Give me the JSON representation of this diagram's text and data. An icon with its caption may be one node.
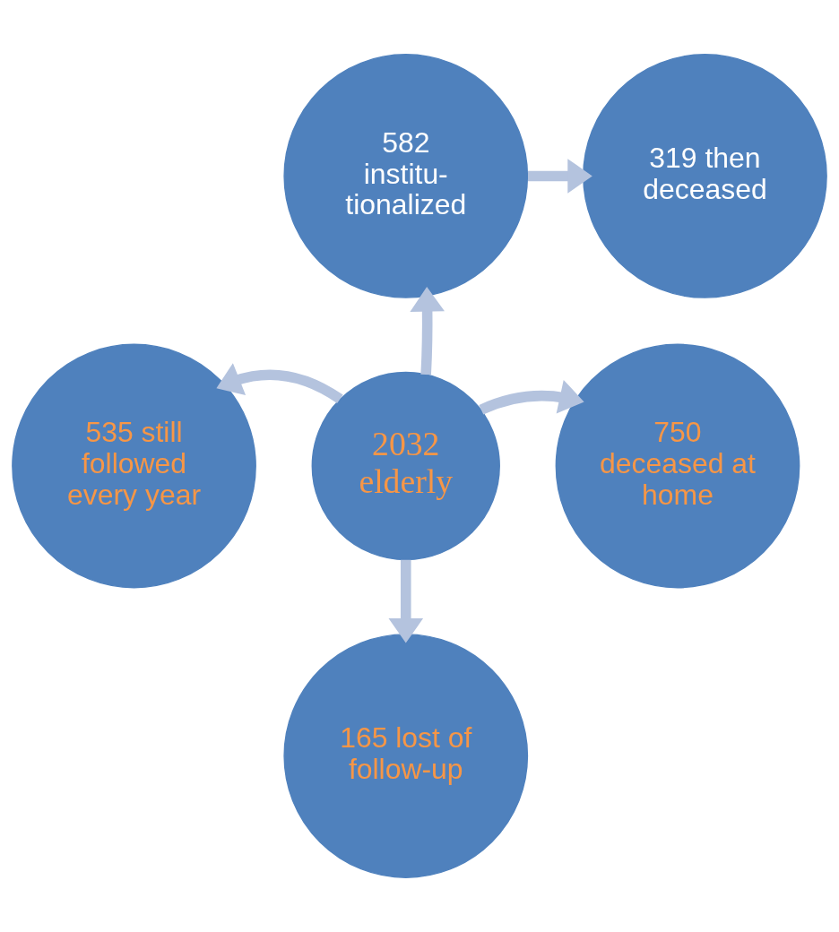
{
  "diagram": {
    "nodes": [
      {
        "text": [
          "2032 elderly"
        ]
      },
      {
        "text": [
          "582 institu- tionalized"
        ]
      },
      {
        "text": [
          "319 then deceased"
        ]
      },
      {
        "text": [
          "535 still followed every year"
        ]
      },
      {
        "text": [
          "750 deceased at home"
        ]
      },
      {
        "text": [
          "165 lost of follow-up"
        ]
      }
    ],
    "edges": [
      {
        "from": 0,
        "to": 1,
        "arrow": "to"
      },
      {
        "from": 1,
        "to": 2,
        "arrow": "to"
      },
      {
        "from": 0,
        "to": 3,
        "arrow": "to"
      },
      {
        "from": 0,
        "to": 4,
        "arrow": "to"
      },
      {
        "from": 0,
        "to": 5,
        "arrow": "to"
      }
    ]
  }
}
